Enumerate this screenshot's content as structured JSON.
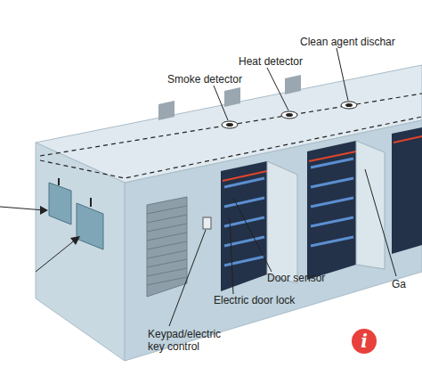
{
  "diagram": {
    "labels": [
      "Clean agent dischar",
      "Heat detector",
      "Smoke detector",
      "Door sensor",
      "Electric door lock",
      "Keypad/electric key control",
      "Ga",
      "i"
    ]
  }
}
